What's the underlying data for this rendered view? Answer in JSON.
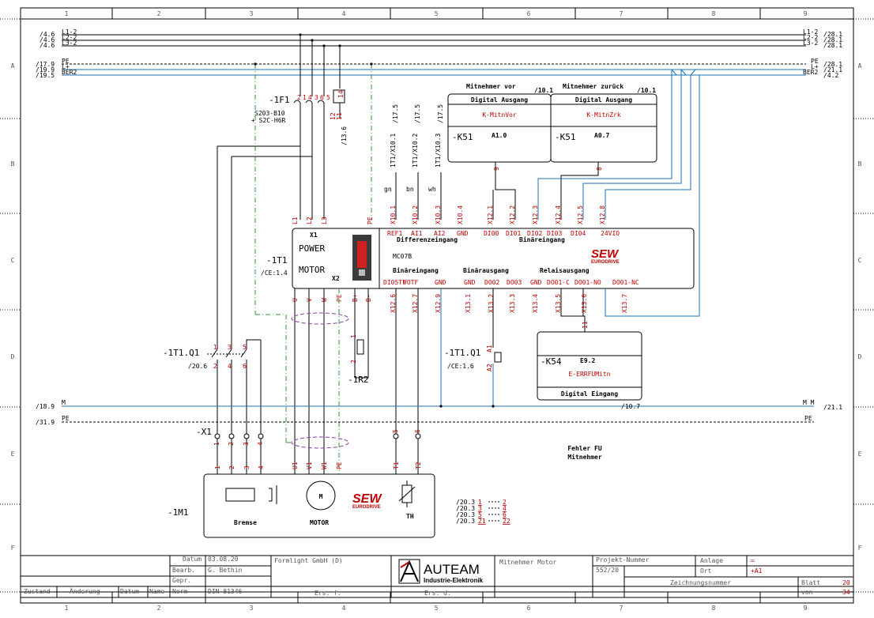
{
  "frame": {
    "columns": [
      "1",
      "2",
      "3",
      "4",
      "5",
      "6",
      "7",
      "8",
      "9"
    ],
    "rows": [
      "A",
      "B",
      "C",
      "D",
      "E",
      "F"
    ]
  },
  "supply_left": [
    {
      "ref": "/4.6",
      "label": "L1-2"
    },
    {
      "ref": "/4.6",
      "label": "L2-2"
    },
    {
      "ref": "/4.6",
      "label": "L3-2"
    },
    {
      "ref": "/17.9",
      "label": "PE"
    },
    {
      "ref": "/19.9",
      "label": "L+"
    },
    {
      "ref": "/19.5",
      "label": "BER2"
    }
  ],
  "supply_right": [
    {
      "ref": "/28.1",
      "label": "L1-2"
    },
    {
      "ref": "/28.1",
      "label": "L2-2"
    },
    {
      "ref": "/28.1",
      "label": "L3-2"
    },
    {
      "ref": "/28.1",
      "label": "PE"
    },
    {
      "ref": "/21.1",
      "label": "L+"
    },
    {
      "ref": "/4.2",
      "label": "BER2"
    }
  ],
  "breaker": {
    "tag": "-1F1",
    "types": [
      "S203-B10",
      "+ S2C-H6R"
    ],
    "terminals": [
      "2",
      "1",
      "4",
      "3",
      "6",
      "5",
      "12",
      "11",
      "14"
    ],
    "ref": "/13.6"
  },
  "cable_refs": [
    "/17.5",
    "/17.5",
    "/17.5"
  ],
  "cable_terms": [
    "1T1/X10.1",
    "1T1/X10.2",
    "1T1/X10.3"
  ],
  "wire_colors": [
    "gn",
    "bn",
    "wh"
  ],
  "outputs": [
    {
      "title": "Mitnehmer vor",
      "ref": "/10.1",
      "header": "Digital Ausgang",
      "name": "K-MitnVor",
      "relay": "-K51",
      "addr": "A1.0",
      "pin": "9"
    },
    {
      "title": "Mitnehmer zurück",
      "ref": "/10.1",
      "header": "Digital Ausgang",
      "name": "K-MitnZrk",
      "relay": "-K51",
      "addr": "A0.7",
      "pin": "8"
    }
  ],
  "inverter": {
    "tag": "-1T1",
    "ref": "/CE:1.4",
    "x1": "X1",
    "x2": "X2",
    "power": "POWER",
    "motor": "MOTOR",
    "model": "MC07B",
    "top_terms": [
      "L1",
      "L2",
      "L3",
      "PE"
    ],
    "bottom_terms": [
      "U",
      "V",
      "W",
      "PE",
      "B+",
      "B-"
    ],
    "ctrl_top_terms": [
      "X10.1",
      "X10.2",
      "X10.3",
      "X10.4",
      "X12.1",
      "X12.2",
      "X12.3",
      "X12.4",
      "X12.5",
      "X12.8"
    ],
    "ctrl_top_labels": [
      "REF1",
      "AI1",
      "AI2",
      "GND",
      "DI00",
      "DI01",
      "DI02",
      "DI03",
      "DI04",
      "24VIO"
    ],
    "group_top": [
      "Differenzeingang",
      "Binäreingang"
    ],
    "group_bottom": [
      "Binäreingang",
      "Binärausgang",
      "Relaisausgang"
    ],
    "ctrl_bottom_labels": [
      "DI05TF",
      "VOTF",
      "GND",
      "GND",
      "DO02",
      "DO03",
      "GND",
      "DO01-C",
      "DO01-NO",
      "DO01-NC"
    ],
    "ctrl_bottom_terms": [
      "X12.6",
      "X12.7",
      "X12.9",
      "X13.1",
      "X13.2",
      "X13.3",
      "X13.4",
      "X13.5",
      "X13.6",
      "X13.7"
    ]
  },
  "contactor": {
    "tag": "-1T1.Q1",
    "ref": "/20.6",
    "pins": [
      "1",
      "3",
      "5",
      "2",
      "4",
      "6"
    ],
    "coil_tag": "-1T1.Q1",
    "coil_ref": "/CE:1.6",
    "coil_pins": [
      "A1",
      "A2"
    ]
  },
  "resistor": {
    "tag": "-1R2",
    "pins": [
      "1",
      "2"
    ]
  },
  "input": {
    "relay": "-K54",
    "addr": "E9.2",
    "name": "E-ERRFUMitn",
    "footer": "Digital Eingang",
    "pin": "11",
    "note1": "Fehler FU",
    "note2": "Mitnehmer"
  },
  "bus_mid_left": [
    {
      "ref": "/18.9",
      "label": "M"
    },
    {
      "ref": "/31.9",
      "label": "PE"
    }
  ],
  "bus_mid_right": [
    {
      "ref": "/10.7",
      "label": ""
    },
    {
      "ref": "/21.1",
      "label": "M M"
    },
    {
      "ref": "",
      "label": "PE"
    }
  ],
  "terminal_strip": {
    "tag": "-X1",
    "pins": [
      "1",
      "2",
      "3",
      "4",
      "5",
      "6"
    ]
  },
  "motor": {
    "tag": "-1M1",
    "terms": [
      "1",
      "2",
      "3",
      "4",
      "U1",
      "V1",
      "W1",
      "PE",
      "T1",
      "T2"
    ],
    "brake": "Bremse",
    "symbol": "M",
    "label": "MOTOR",
    "th": "TH"
  },
  "contacts": [
    {
      "ref": "/20.3",
      "a": "1",
      "b": "2"
    },
    {
      "ref": "/20.3",
      "a": "3",
      "b": "4"
    },
    {
      "ref": "/20.3",
      "a": "5",
      "b": "6"
    },
    {
      "ref": "/20.3",
      "a": "21",
      "b": "22"
    }
  ],
  "sew": {
    "top": "SEW",
    "bottom": "EURODRIVE"
  },
  "title_block": {
    "datum_label": "Datum",
    "datum": "03.08.20",
    "bearb_label": "Bearb.",
    "bearb": "G. Bethin",
    "gepr_label": "Gepr.",
    "norm_label": "Norm",
    "norm": "DIN 81346",
    "zustand": "Zustand",
    "aenderung": "Änderung",
    "datum2": "Datum",
    "name": "Name",
    "company": "Formlight GmbH (D)",
    "ers_f": "Ers. f.",
    "ers_d": "Ers. d.",
    "logo_main": "AUTEAM",
    "logo_sub": "Industrie-Elektronik",
    "description": "Mitnehmer Motor",
    "project_label": "Projekt-Nummer",
    "project": "552/20",
    "anlage_label": "Anlage",
    "anlage": "=",
    "ort_label": "Ort",
    "ort": "+A1",
    "zeichnung_label": "Zeichnungsnummer",
    "blatt_label": "Blatt",
    "blatt": "20",
    "von_label": "von",
    "von": "34"
  }
}
